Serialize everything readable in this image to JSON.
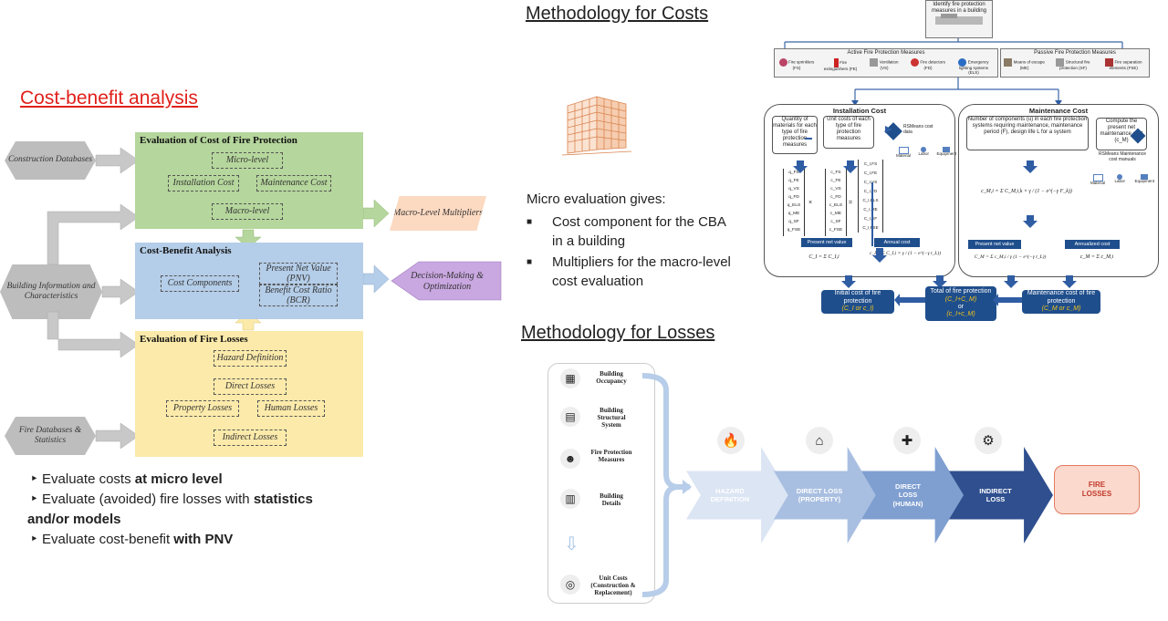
{
  "left": {
    "title": "Cost-benefit analysis",
    "inputs": {
      "construction": "Construction Databases",
      "building": "Building Information and Characteristics",
      "fire_db": "Fire Databases & Statistics"
    },
    "green": {
      "title": "Evaluation of Cost of Fire Protection",
      "micro": "Micro-level",
      "install": "Installation Cost",
      "maint": "Maintenance Cost",
      "macro": "Macro-level"
    },
    "macro_out": "Macro-Level Multipliers",
    "blue": {
      "title": "Cost-Benefit Analysis",
      "components": "Cost Components",
      "pnv": "Present Net Value (PNV)",
      "bcr": "Benefit Cost Ratio (BCR)"
    },
    "decision": "Decision-Making & Optimization",
    "yellow": {
      "title": "Evaluation of Fire Losses",
      "hazard": "Hazard Definition",
      "direct": "Direct Losses",
      "property": "Property Losses",
      "human": "Human Losses",
      "indirect": "Indirect Losses"
    },
    "bullets": [
      {
        "pre": "Evaluate costs ",
        "bold": "at micro level",
        "post": ""
      },
      {
        "pre": "Evaluate (avoided) fire losses with ",
        "bold": "statistics",
        "post": ""
      },
      {
        "pre": "",
        "bold": "and/or models",
        "post": ""
      },
      {
        "pre": "Evaluate cost-benefit ",
        "bold": "with PNV",
        "post": ""
      }
    ],
    "bullet_marker": "‣"
  },
  "middle": {
    "costs_title": "Methodology for Costs",
    "micro_intro": "Micro evaluation gives:",
    "micro_items": [
      "Cost component for the CBA in a building",
      "Multipliers for the macro-level cost evaluation"
    ],
    "losses_title": "Methodology for Losses"
  },
  "costs_diagram": {
    "top": "Identify fire protection measures in a building",
    "active": "Active Fire Protection Measures",
    "active_items": [
      "Fire sprinklers (FS)",
      "Fire extinguishers (FE)",
      "Ventilation (VS)",
      "Fire detectors (FD)",
      "Emergency lighting systems (ELS)"
    ],
    "passive": "Passive Fire Protection Measures",
    "passive_items": [
      "Means of escape (ME)",
      "Structural fire protection (SF)",
      "Fire separation elements (FSE)"
    ],
    "install": {
      "title": "Installation Cost",
      "q_text": "Quantity of materials for each type of fire protection measures",
      "u_text": "Unit costs of each type of fire protection measures",
      "rs": "RSMeans cost data",
      "mle": [
        "Material",
        "Labor",
        "Equipment"
      ],
      "qvec": [
        "q_FS",
        "q_FE",
        "q_VS",
        "q_FD",
        "q_ELS",
        "q_ME",
        "q_SF",
        "q_FSE"
      ],
      "cvec": [
        "c_FS",
        "c_FE",
        "c_VS",
        "c_FD",
        "c_ELS",
        "c_ME",
        "c_SF",
        "c_FSE"
      ],
      "Cvec": [
        "C_I,FS",
        "C_I,FE",
        "C_I,VS",
        "C_I,FD",
        "C_I,ELS",
        "C_I,ME",
        "C_I,SF",
        "C_I,FSE"
      ],
      "pnv_label": "Present net value",
      "annual_label": "Annual cost",
      "pnv_formula": "C_I = Σ C_I,i",
      "annual_formula": "c_I = Σ C_I,i × γ / (1 − e^(−γ t_L))"
    },
    "maint": {
      "title": "Maintenance Cost",
      "text": "Number of components (u) in each fire protection systems requiring maintenance, maintenance period (F), design life L for a system",
      "compute": "Compute the present net maintenance cost (c_M)",
      "rs": "RSMeans Maintenance cost manuals",
      "mle": [
        "Material",
        "Labor",
        "Equipment"
      ],
      "formula": "c_M,i = Σ C_M,i,k × γ / (1 − e^(−γ F_k))",
      "pnv_label": "Present net value",
      "annual_label": "Annualized cost",
      "pnv_formula": "C_M = Σ c_M,i / γ (1 − e^(−γ t_L))",
      "annual_formula": "c_M = Σ c_M,i"
    },
    "out_initial": "Initial cost of fire protection",
    "out_initial_sym": "(C_I or c_I)",
    "out_total": "Total of fire protection",
    "out_total_sym1": "(C_I+C_M)",
    "out_total_or": "or",
    "out_total_sym2": "(c_I+c_M)",
    "out_maint": "Maintenance cost of fire protection",
    "out_maint_sym": "(C_M or c_M)"
  },
  "losses": {
    "inputs": [
      "Building Occupancy",
      "Building Structural System",
      "Fire Protection Measures",
      "Building Details"
    ],
    "unit_costs": "Unit Costs (Construction & Replacement)",
    "chevrons": [
      "HAZARD DEFINITION",
      "DIRECT LOSS (PROPERTY)",
      "DIRECT LOSS (HUMAN)",
      "INDIRECT LOSS"
    ],
    "final": "FIRE LOSSES",
    "colors": {
      "c1": "#dbe5f3",
      "c2": "#a9bfe1",
      "c3": "#7f9fd0",
      "c4": "#2f4f8f",
      "final_bg": "#fbd9cd",
      "final_border": "#e07a5f",
      "final_text": "#c0392b"
    }
  },
  "colors": {
    "green": "#b5d69c",
    "blue": "#b4cde8",
    "yellow": "#fbeaaa",
    "macro_orange": "#fcd9c1",
    "decision_purple": "#c9a7e0",
    "title_red": "#e0201b",
    "navy": "#1f4e8c"
  }
}
